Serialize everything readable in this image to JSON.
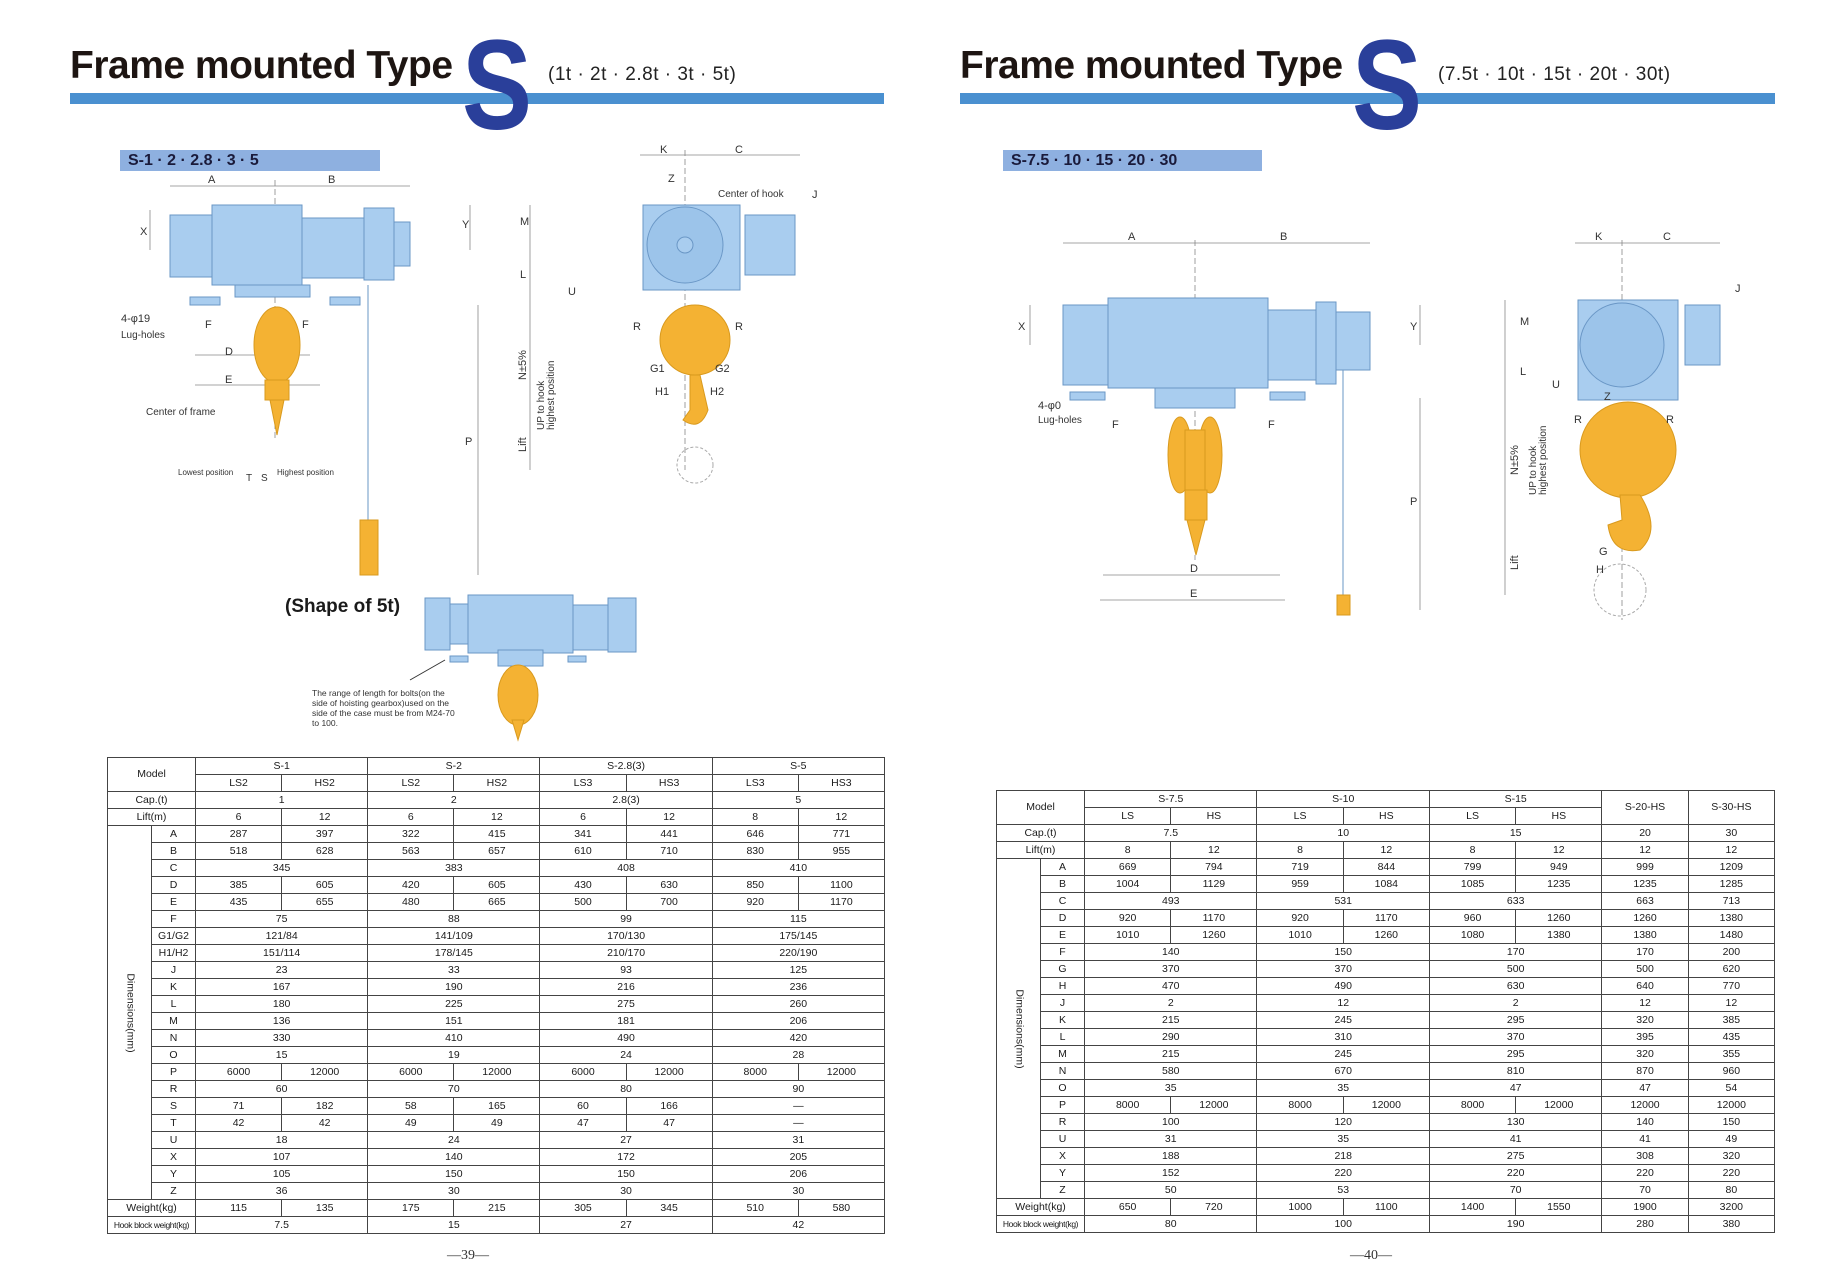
{
  "left_page": {
    "title": "Frame mounted Type",
    "type_letter": "S",
    "capacities": "(1t · 2t · 2.8t · 3t · 5t)",
    "series_tag": "S-1 · 2 · 2.8 · 3 · 5",
    "shape_label": "(Shape of 5t)",
    "note": "The range of length for bolts(on the side of hoisting gearbox)used on the side of the case must be from M24-70 to 100.",
    "page_number": "—39—",
    "diagram_labels": {
      "A": "A",
      "B": "B",
      "X": "X",
      "Y": "Y",
      "F": "F",
      "D": "D",
      "E": "E",
      "P": "P",
      "K": "K",
      "C": "C",
      "Z": "Z",
      "J": "J",
      "M": "M",
      "L": "L",
      "U": "U",
      "R": "R",
      "G1": "G1",
      "G2": "G2",
      "H1": "H1",
      "H2": "H2",
      "T": "T",
      "S": "S",
      "lug_holes_size": "4-φ19",
      "lug_holes": "Lug-holes",
      "center_of_frame": "Center of frame",
      "center_of_hook": "Center of hook",
      "lowest": "Lowest position",
      "highest": "Highest position",
      "n_tol": "N±5%",
      "up_hook_1": "UP to hook",
      "up_hook_2": "highest position",
      "lift": "Lift"
    },
    "table": {
      "model_label": "Model",
      "dimensions_label": "Dimensions(mm)",
      "groups": [
        {
          "name": "S-1",
          "sub": [
            "LS2",
            "HS2"
          ]
        },
        {
          "name": "S-2",
          "sub": [
            "LS2",
            "HS2"
          ]
        },
        {
          "name": "S-2.8(3)",
          "sub": [
            "LS3",
            "HS3"
          ]
        },
        {
          "name": "S-5",
          "sub": [
            "LS3",
            "HS3"
          ]
        }
      ],
      "top_rows": [
        {
          "label": "Cap.(t)",
          "values": [
            [
              "1"
            ],
            [
              "2"
            ],
            [
              "2.8(3)"
            ],
            [
              "5"
            ]
          ]
        },
        {
          "label": "Lift(m)",
          "values": [
            [
              "6",
              "12"
            ],
            [
              "6",
              "12"
            ],
            [
              "6",
              "12"
            ],
            [
              "8",
              "12"
            ]
          ]
        }
      ],
      "dim_rows": [
        {
          "label": "A",
          "values": [
            [
              "287",
              "397"
            ],
            [
              "322",
              "415"
            ],
            [
              "341",
              "441"
            ],
            [
              "646",
              "771"
            ]
          ]
        },
        {
          "label": "B",
          "values": [
            [
              "518",
              "628"
            ],
            [
              "563",
              "657"
            ],
            [
              "610",
              "710"
            ],
            [
              "830",
              "955"
            ]
          ]
        },
        {
          "label": "C",
          "values": [
            [
              "345"
            ],
            [
              "383"
            ],
            [
              "408"
            ],
            [
              "410"
            ]
          ]
        },
        {
          "label": "D",
          "values": [
            [
              "385",
              "605"
            ],
            [
              "420",
              "605"
            ],
            [
              "430",
              "630"
            ],
            [
              "850",
              "1100"
            ]
          ]
        },
        {
          "label": "E",
          "values": [
            [
              "435",
              "655"
            ],
            [
              "480",
              "665"
            ],
            [
              "500",
              "700"
            ],
            [
              "920",
              "1170"
            ]
          ]
        },
        {
          "label": "F",
          "values": [
            [
              "75"
            ],
            [
              "88"
            ],
            [
              "99"
            ],
            [
              "115"
            ]
          ]
        },
        {
          "label": "G1/G2",
          "values": [
            [
              "121/84"
            ],
            [
              "141/109"
            ],
            [
              "170/130"
            ],
            [
              "175/145"
            ]
          ]
        },
        {
          "label": "H1/H2",
          "values": [
            [
              "151/114"
            ],
            [
              "178/145"
            ],
            [
              "210/170"
            ],
            [
              "220/190"
            ]
          ]
        },
        {
          "label": "J",
          "values": [
            [
              "23"
            ],
            [
              "33"
            ],
            [
              "93"
            ],
            [
              "125"
            ]
          ]
        },
        {
          "label": "K",
          "values": [
            [
              "167"
            ],
            [
              "190"
            ],
            [
              "216"
            ],
            [
              "236"
            ]
          ]
        },
        {
          "label": "L",
          "values": [
            [
              "180"
            ],
            [
              "225"
            ],
            [
              "275"
            ],
            [
              "260"
            ]
          ]
        },
        {
          "label": "M",
          "values": [
            [
              "136"
            ],
            [
              "151"
            ],
            [
              "181"
            ],
            [
              "206"
            ]
          ]
        },
        {
          "label": "N",
          "values": [
            [
              "330"
            ],
            [
              "410"
            ],
            [
              "490"
            ],
            [
              "420"
            ]
          ]
        },
        {
          "label": "O",
          "values": [
            [
              "15"
            ],
            [
              "19"
            ],
            [
              "24"
            ],
            [
              "28"
            ]
          ]
        },
        {
          "label": "P",
          "values": [
            [
              "6000",
              "12000"
            ],
            [
              "6000",
              "12000"
            ],
            [
              "6000",
              "12000"
            ],
            [
              "8000",
              "12000"
            ]
          ]
        },
        {
          "label": "R",
          "values": [
            [
              "60"
            ],
            [
              "70"
            ],
            [
              "80"
            ],
            [
              "90"
            ]
          ]
        },
        {
          "label": "S",
          "values": [
            [
              "71",
              "182"
            ],
            [
              "58",
              "165"
            ],
            [
              "60",
              "166"
            ],
            [
              "—"
            ]
          ]
        },
        {
          "label": "T",
          "values": [
            [
              "42",
              "42"
            ],
            [
              "49",
              "49"
            ],
            [
              "47",
              "47"
            ],
            [
              "—"
            ]
          ]
        },
        {
          "label": "U",
          "values": [
            [
              "18"
            ],
            [
              "24"
            ],
            [
              "27"
            ],
            [
              "31"
            ]
          ]
        },
        {
          "label": "X",
          "values": [
            [
              "107"
            ],
            [
              "140"
            ],
            [
              "172"
            ],
            [
              "205"
            ]
          ]
        },
        {
          "label": "Y",
          "values": [
            [
              "105"
            ],
            [
              "150"
            ],
            [
              "150"
            ],
            [
              "206"
            ]
          ]
        },
        {
          "label": "Z",
          "values": [
            [
              "36"
            ],
            [
              "30"
            ],
            [
              "30"
            ],
            [
              "30"
            ]
          ]
        }
      ],
      "bottom_rows": [
        {
          "label": "Weight(kg)",
          "values": [
            [
              "115",
              "135"
            ],
            [
              "175",
              "215"
            ],
            [
              "305",
              "345"
            ],
            [
              "510",
              "580"
            ]
          ]
        },
        {
          "label": "Hook block weight(kg)",
          "values": [
            [
              "7.5"
            ],
            [
              "15"
            ],
            [
              "27"
            ],
            [
              "42"
            ]
          ]
        }
      ]
    }
  },
  "right_page": {
    "title": "Frame mounted Type",
    "type_letter": "S",
    "capacities": "(7.5t · 10t · 15t · 20t · 30t)",
    "series_tag": "S-7.5 · 10 · 15 · 20 · 30",
    "page_number": "—40—",
    "diagram_labels": {
      "A": "A",
      "B": "B",
      "X": "X",
      "Y": "Y",
      "F": "F",
      "D": "D",
      "E": "E",
      "P": "P",
      "K": "K",
      "C": "C",
      "J": "J",
      "M": "M",
      "L": "L",
      "U": "U",
      "Z": "Z",
      "R": "R",
      "G": "G",
      "H": "H",
      "lug_holes_size": "4-φ0",
      "lug_holes": "Lug-holes",
      "n_tol": "N±5%",
      "up_hook_1": "UP to hook",
      "up_hook_2": "highest position",
      "lift": "Lift"
    },
    "table": {
      "model_label": "Model",
      "dimensions_label": "Dimensions(mm)",
      "groups": [
        {
          "name": "S-7.5",
          "sub": [
            "LS",
            "HS"
          ]
        },
        {
          "name": "S-10",
          "sub": [
            "LS",
            "HS"
          ]
        },
        {
          "name": "S-15",
          "sub": [
            "LS",
            "HS"
          ]
        },
        {
          "name": "S-20-HS",
          "sub": []
        },
        {
          "name": "S-30-HS",
          "sub": []
        }
      ],
      "top_rows": [
        {
          "label": "Cap.(t)",
          "values": [
            [
              "7.5"
            ],
            [
              "10"
            ],
            [
              "15"
            ],
            [
              "20"
            ],
            [
              "30"
            ]
          ]
        },
        {
          "label": "Lift(m)",
          "values": [
            [
              "8",
              "12"
            ],
            [
              "8",
              "12"
            ],
            [
              "8",
              "12"
            ],
            [
              "12"
            ],
            [
              "12"
            ]
          ]
        }
      ],
      "dim_rows": [
        {
          "label": "A",
          "values": [
            [
              "669",
              "794"
            ],
            [
              "719",
              "844"
            ],
            [
              "799",
              "949"
            ],
            [
              "999"
            ],
            [
              "1209"
            ]
          ]
        },
        {
          "label": "B",
          "values": [
            [
              "1004",
              "1129"
            ],
            [
              "959",
              "1084"
            ],
            [
              "1085",
              "1235"
            ],
            [
              "1235"
            ],
            [
              "1285"
            ]
          ]
        },
        {
          "label": "C",
          "values": [
            [
              "493"
            ],
            [
              "531"
            ],
            [
              "633"
            ],
            [
              "663"
            ],
            [
              "713"
            ]
          ]
        },
        {
          "label": "D",
          "values": [
            [
              "920",
              "1170"
            ],
            [
              "920",
              "1170"
            ],
            [
              "960",
              "1260"
            ],
            [
              "1260"
            ],
            [
              "1380"
            ]
          ]
        },
        {
          "label": "E",
          "values": [
            [
              "1010",
              "1260"
            ],
            [
              "1010",
              "1260"
            ],
            [
              "1080",
              "1380"
            ],
            [
              "1380"
            ],
            [
              "1480"
            ]
          ]
        },
        {
          "label": "F",
          "values": [
            [
              "140"
            ],
            [
              "150"
            ],
            [
              "170"
            ],
            [
              "170"
            ],
            [
              "200"
            ]
          ]
        },
        {
          "label": "G",
          "values": [
            [
              "370"
            ],
            [
              "370"
            ],
            [
              "500"
            ],
            [
              "500"
            ],
            [
              "620"
            ]
          ]
        },
        {
          "label": "H",
          "values": [
            [
              "470"
            ],
            [
              "490"
            ],
            [
              "630"
            ],
            [
              "640"
            ],
            [
              "770"
            ]
          ]
        },
        {
          "label": "J",
          "values": [
            [
              "2"
            ],
            [
              "12"
            ],
            [
              "2"
            ],
            [
              "12"
            ],
            [
              "12"
            ]
          ]
        },
        {
          "label": "K",
          "values": [
            [
              "215"
            ],
            [
              "245"
            ],
            [
              "295"
            ],
            [
              "320"
            ],
            [
              "385"
            ]
          ]
        },
        {
          "label": "L",
          "values": [
            [
              "290"
            ],
            [
              "310"
            ],
            [
              "370"
            ],
            [
              "395"
            ],
            [
              "435"
            ]
          ]
        },
        {
          "label": "M",
          "values": [
            [
              "215"
            ],
            [
              "245"
            ],
            [
              "295"
            ],
            [
              "320"
            ],
            [
              "355"
            ]
          ]
        },
        {
          "label": "N",
          "values": [
            [
              "580"
            ],
            [
              "670"
            ],
            [
              "810"
            ],
            [
              "870"
            ],
            [
              "960"
            ]
          ]
        },
        {
          "label": "O",
          "values": [
            [
              "35"
            ],
            [
              "35"
            ],
            [
              "47"
            ],
            [
              "47"
            ],
            [
              "54"
            ]
          ]
        },
        {
          "label": "P",
          "values": [
            [
              "8000",
              "12000"
            ],
            [
              "8000",
              "12000"
            ],
            [
              "8000",
              "12000"
            ],
            [
              "12000"
            ],
            [
              "12000"
            ]
          ]
        },
        {
          "label": "R",
          "values": [
            [
              "100"
            ],
            [
              "120"
            ],
            [
              "130"
            ],
            [
              "140"
            ],
            [
              "150"
            ]
          ]
        },
        {
          "label": "U",
          "values": [
            [
              "31"
            ],
            [
              "35"
            ],
            [
              "41"
            ],
            [
              "41"
            ],
            [
              "49"
            ]
          ]
        },
        {
          "label": "X",
          "values": [
            [
              "188"
            ],
            [
              "218"
            ],
            [
              "275"
            ],
            [
              "308"
            ],
            [
              "320"
            ]
          ]
        },
        {
          "label": "Y",
          "values": [
            [
              "152"
            ],
            [
              "220"
            ],
            [
              "220"
            ],
            [
              "220"
            ],
            [
              "220"
            ]
          ]
        },
        {
          "label": "Z",
          "values": [
            [
              "50"
            ],
            [
              "53"
            ],
            [
              "70"
            ],
            [
              "70"
            ],
            [
              "80"
            ]
          ]
        }
      ],
      "bottom_rows": [
        {
          "label": "Weight(kg)",
          "values": [
            [
              "650",
              "720"
            ],
            [
              "1000",
              "1100"
            ],
            [
              "1400",
              "1550"
            ],
            [
              "1900"
            ],
            [
              "3200"
            ]
          ]
        },
        {
          "label": "Hook block weight(kg)",
          "values": [
            [
              "80"
            ],
            [
              "100"
            ],
            [
              "190"
            ],
            [
              "280"
            ],
            [
              "380"
            ]
          ]
        }
      ]
    }
  },
  "colors": {
    "brand_blue": "#2a3f9a",
    "bar_blue": "#4a90d0",
    "tag_blue": "#8eb0e0",
    "body_blue": "#a9cdef",
    "hook_orange": "#f4b233"
  }
}
